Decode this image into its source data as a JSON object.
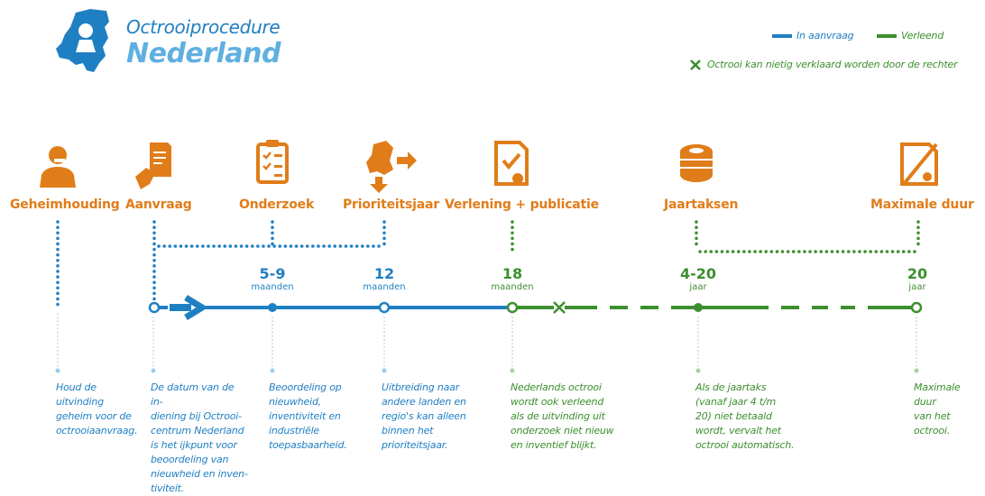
{
  "header": {
    "title_small": "Octrooiprocedure",
    "title_big": "Nederland"
  },
  "legend": {
    "blue_label": "In aanvraag",
    "green_label": "Verleend",
    "cross_label": "Octrooi kan nietig verklaard worden door de rechter"
  },
  "colors": {
    "orange": "#e07d1a",
    "blue": "#1f7fc3",
    "light_blue": "#5fb0e0",
    "green": "#3c8f2e"
  },
  "steps": [
    {
      "label": "Geheimhouding",
      "icon": "silence-person-icon"
    },
    {
      "label": "Aanvraag",
      "icon": "hand-document-icon"
    },
    {
      "label": "Onderzoek",
      "icon": "clipboard-checklist-icon"
    },
    {
      "label": "Prioriteitsjaar",
      "icon": "netherlands-arrows-icon"
    },
    {
      "label": "Verlening + publicatie",
      "icon": "certificate-check-icon"
    },
    {
      "label": "Jaartaksen",
      "icon": "coin-stack-icon"
    },
    {
      "label": "Maximale duur",
      "icon": "cancelled-document-icon"
    }
  ],
  "ticks": [
    {
      "value": "5-9",
      "unit": "maanden"
    },
    {
      "value": "12",
      "unit": "maanden"
    },
    {
      "value": "18",
      "unit": "maanden"
    },
    {
      "value": "4-20",
      "unit": "jaar"
    },
    {
      "value": "20",
      "unit": "jaar"
    }
  ],
  "descriptions": [
    "Houd de uitvinding\ngeheim voor de\noctrooiaanvraag.",
    "De datum van de in-\ndiening bij Octrooi-\ncentrum Nederland\nis het ijkpunt voor\nbeoordeling van\nnieuwheid en inven-\ntiviteit.",
    "Beoordeling op\nnieuwheid,\ninventiviteit en\nindustriële\ntoepasbaarheid.",
    "Uitbreiding naar\nandere landen en\nregio's kan alleen\nbinnen het\nprioriteitsjaar.",
    "Nederlands octrooi\nwordt ook verleend\nals de uitvinding uit\nonderzoek niet nieuw\nen inventief blijkt.",
    "Als de jaartaks\n(vanaf jaar 4 t/m\n20) niet betaald\nwordt, vervalt het\noctrooi automatisch.",
    "Maximale duur\nvan het octrooi."
  ]
}
